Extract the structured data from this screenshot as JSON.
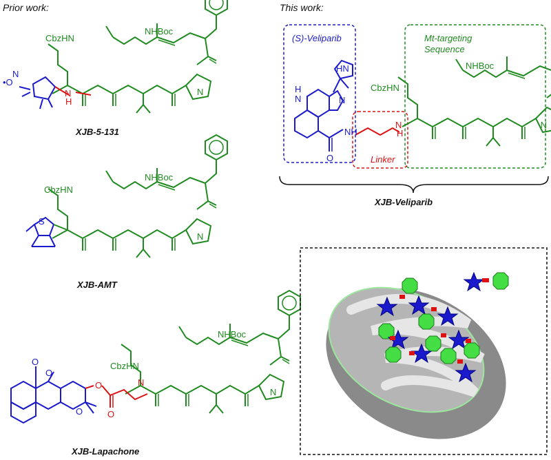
{
  "headings": {
    "prior_work": "Prior work:",
    "this_work": "This work:"
  },
  "compounds": {
    "c1_name": "XJB-5-131",
    "c2_name": "XJB-AMT",
    "c3_name": "XJB-Lapachone",
    "c4_name": "XJB-Veliparib"
  },
  "atoms": {
    "nhboc": "NHBoc",
    "cbzhn": "CbzHN",
    "n": "N",
    "h": "H",
    "o": "O",
    "s": "S",
    "hn": "HN",
    "nh": "NH",
    "n_oxyl": "N",
    "o_oxyl": "•O"
  },
  "boxes": {
    "veliparib": "(S)-Veliparib",
    "linker": "Linker",
    "mt_line1": "Mt-targeting",
    "mt_line2": "Sequence"
  },
  "colors": {
    "green": "#1f8a1f",
    "blue": "#1a1acc",
    "red": "#dd1111",
    "black": "#111111"
  }
}
